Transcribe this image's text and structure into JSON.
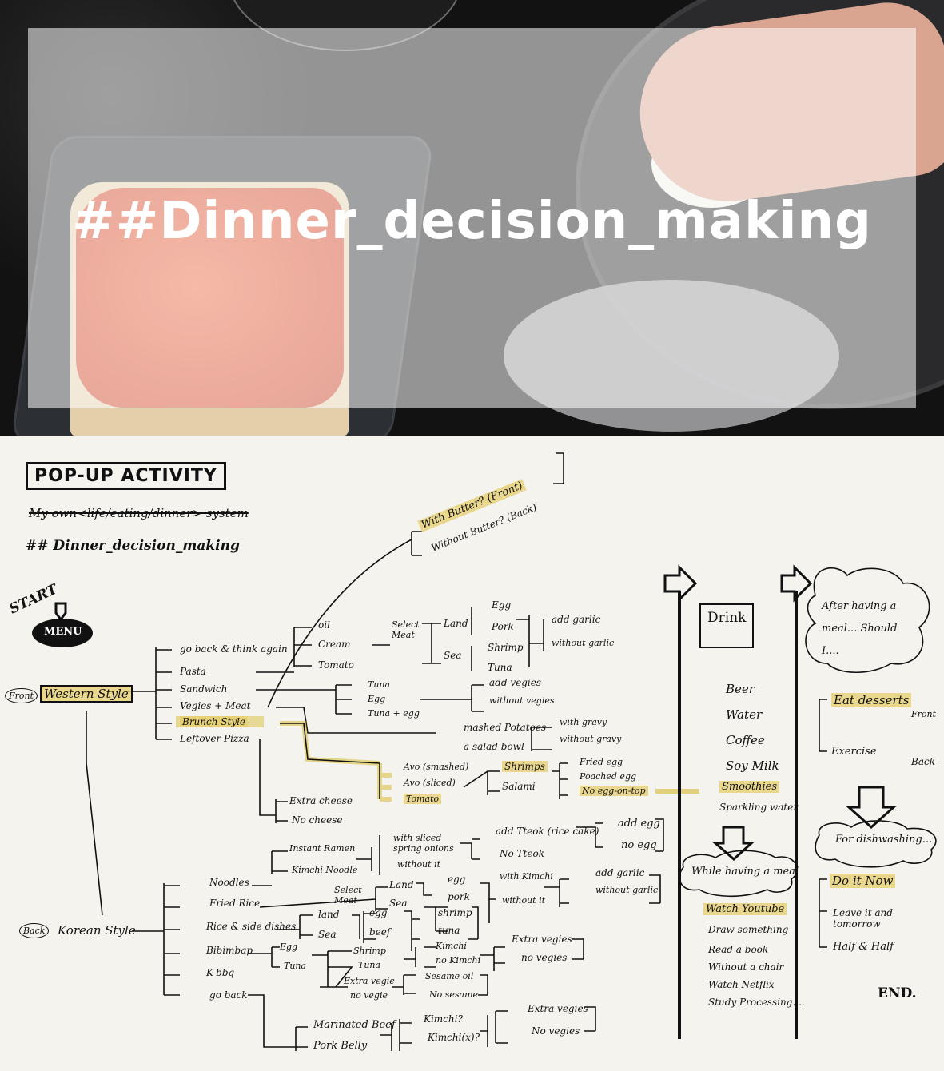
{
  "video": {
    "title": "##Dinner_decision_making"
  },
  "board": {
    "popup_title": "POP-UP ACTIVITY",
    "subtitle_struck": "My own<life/eating/dinner> system",
    "hashtag": "## Dinner_decision_making",
    "start_label": "START",
    "menu_label": "MENU",
    "front_label": "Front",
    "back_label": "Back",
    "western_style": "Western Style",
    "korean_style": "Korean Style",
    "western_items": [
      "go back & think again",
      "Pasta",
      "Sandwich",
      "Vegies + Meat",
      "Brunch Style",
      "Leftover Pizza"
    ],
    "pasta_sauces": [
      "oil",
      "Cream",
      "Tomato"
    ],
    "select_meat": "Select Meat",
    "land": "Land",
    "sea": "Sea",
    "land_items": [
      "Egg",
      "Pork"
    ],
    "sea_items": [
      "Shrimp",
      "Tuna"
    ],
    "garlic_options": [
      "add garlic",
      "without garlic"
    ],
    "butter_options": [
      "With Butter? (Front)",
      "Without Butter? (Back)"
    ],
    "sandwich_items": [
      "Tuna",
      "Egg",
      "Tuna + egg"
    ],
    "vegie_options": [
      "add vegies",
      "without vegies"
    ],
    "potato_options": [
      "mashed Potatoes",
      "a salad bowl"
    ],
    "gravy_options": [
      "with gravy",
      "without gravy"
    ],
    "brunch_items": [
      "Avo (smashed)",
      "Avo (sliced)",
      "Tomato"
    ],
    "brunch_meats": [
      "Shrimps",
      "Salami"
    ],
    "egg_options": [
      "Fried egg",
      "Poached egg",
      "No egg-on-top"
    ],
    "pizza_options": [
      "Extra cheese",
      "No cheese"
    ],
    "noodle_items": [
      "Instant Ramen",
      "Kimchi Noodle"
    ],
    "onion_options": [
      "with sliced spring onions",
      "without it"
    ],
    "tteok_options": [
      "add Tteok (rice cake)",
      "No Tteok"
    ],
    "egg_add_options": [
      "add egg",
      "no egg"
    ],
    "korean_items": [
      "Noodles",
      "Fried Rice",
      "Rice & side dishes",
      "Bibimbap",
      "K-bbq",
      "go back"
    ],
    "fried_rice_land": [
      "egg",
      "pork"
    ],
    "fried_rice_sea": [
      "shrimp",
      "tuna"
    ],
    "kimchi_options": [
      "with Kimchi",
      "without it"
    ],
    "garlic_options_2": [
      "add garlic",
      "without garlic"
    ],
    "rice_land_sea": [
      "land",
      "Sea"
    ],
    "rice_proteins": [
      "egg",
      "beef"
    ],
    "bibimbap_proteins": [
      "Egg",
      "Tuna"
    ],
    "bibimbap_sea": [
      "Shrimp",
      "Tuna"
    ],
    "bibimbap_kimchi": [
      "Kimchi",
      "no Kimchi"
    ],
    "extra_vegie_options": [
      "Extra vegies",
      "no vegies"
    ],
    "extra_vegie_bibimbap": [
      "Extra vegie",
      "no vegie"
    ],
    "sesame_options": [
      "Sesame oil",
      "No sesame"
    ],
    "kbbq_items": [
      "Marinated Beef",
      "Pork Belly"
    ],
    "kbbq_kimchi": [
      "Kimchi?",
      "Kimchi(x)?"
    ],
    "kbbq_vegies": [
      "Extra vegies",
      "No vegies"
    ],
    "drink_label": "Drink",
    "drinks": [
      "Beer",
      "Water",
      "Coffee",
      "Soy Milk",
      "Smoothies",
      "Sparkling water"
    ],
    "while_having": "While having a meal",
    "meal_activities": [
      "Watch Youtube",
      "Draw something",
      "Read a book",
      "Without a chair",
      "Watch Netflix",
      "Study Processing...."
    ],
    "after_meal": "After having a meal... Should I....",
    "after_options": [
      "Eat desserts",
      "Exercise"
    ],
    "front_small": "Front",
    "back_small": "Back",
    "for_dishwashing": "For dishwashing...",
    "dish_options": [
      "Do it Now",
      "Leave it and tomorrow",
      "Half & Half"
    ],
    "end_label": "END."
  }
}
